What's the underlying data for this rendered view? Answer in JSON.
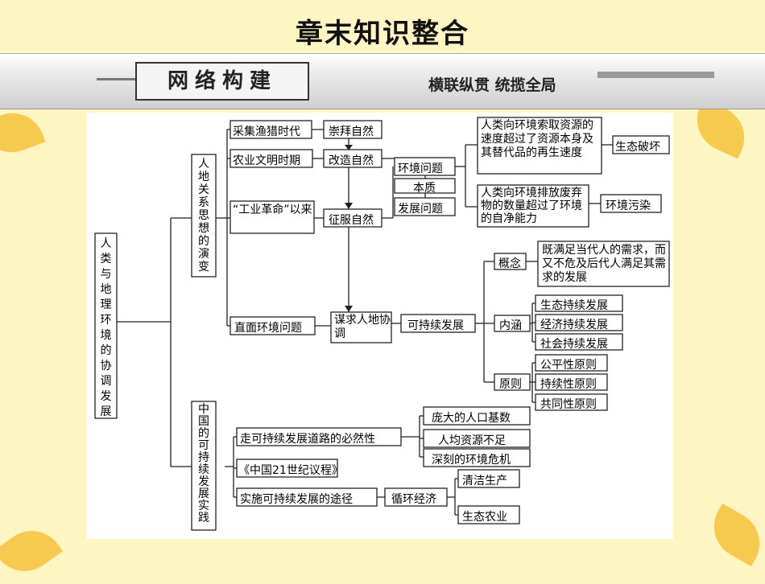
{
  "title": "章末知识整合",
  "banner": {
    "left": "网络构建",
    "right": "横联纵贯  统揽全局"
  },
  "diagram": {
    "root": "人类与地理环境的协调发展",
    "b1": "人地关系思想的演变",
    "b2": "中国的可持续发展实践",
    "era1": "采集渔猎时代",
    "era2": "农业文明时期",
    "era3": "“工业革命”以来",
    "era4": "直面环境问题",
    "att1": "崇拜自然",
    "att2": "改造自然",
    "att3": "征服自然",
    "coord": "谋求人地协调",
    "env_problem": "环境问题",
    "essence": "本质",
    "dev_problem": "发展问题",
    "cause1": "人类向环境索取资源的速度超过了资源本身及其替代品的再生速度",
    "cause2": "人类向环境排放废弃物的数量超过了环境的自净能力",
    "result1": "生态破坏",
    "result2": "环境污染",
    "sd": "可持续发展",
    "concept": "概念",
    "concept_text": "既满足当代人的需求，而又不危及后代人满足其需求的发展",
    "content": "内涵",
    "c1": "生态持续发展",
    "c2": "经济持续发展",
    "c3": "社会持续发展",
    "principle": "原则",
    "p1": "公平性原则",
    "p2": "持续性原则",
    "p3": "共同性原则",
    "necessity": "走可持续发展道路的必然性",
    "n1": "庞大的人口基数",
    "n2": "人均资源不足",
    "n3": "深刻的环境危机",
    "agenda": "《中国21世纪议程》",
    "path": "实施可持续发展的途径",
    "circ": "循环经济",
    "clean": "清洁生产",
    "eco_agri": "生态农业"
  }
}
